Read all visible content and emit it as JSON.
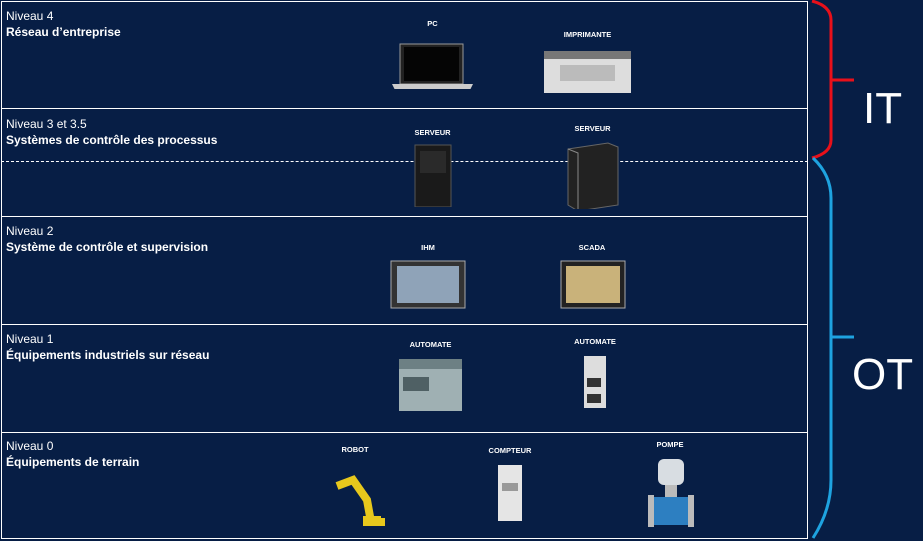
{
  "levels": [
    {
      "num": "Niveau 4",
      "title": "Réseau d’entreprise"
    },
    {
      "num": "Niveau 3 et 3.5",
      "title": "Systèmes de contrôle des processus"
    },
    {
      "num": "Niveau 2",
      "title": "Système de contrôle et supervision"
    },
    {
      "num": "Niveau 1",
      "title": "Équipements industriels sur réseau"
    },
    {
      "num": "Niveau 0",
      "title": "Équipements de terrain"
    }
  ],
  "devices": {
    "pc": "PC",
    "printer": "IMPRIMANTE",
    "server1": "SERVEUR",
    "server2": "SERVEUR",
    "hmi": "IHM",
    "scada": "SCADA",
    "plc1": "AUTOMATE",
    "plc2": "AUTOMATE",
    "robot": "ROBOT",
    "meter": "COMPTEUR",
    "pump": "POMPE"
  },
  "groups": {
    "it": "IT",
    "ot": "OT"
  },
  "colors": {
    "background": "#071e45",
    "it": "#e8101a",
    "ot": "#1ea3e0"
  }
}
